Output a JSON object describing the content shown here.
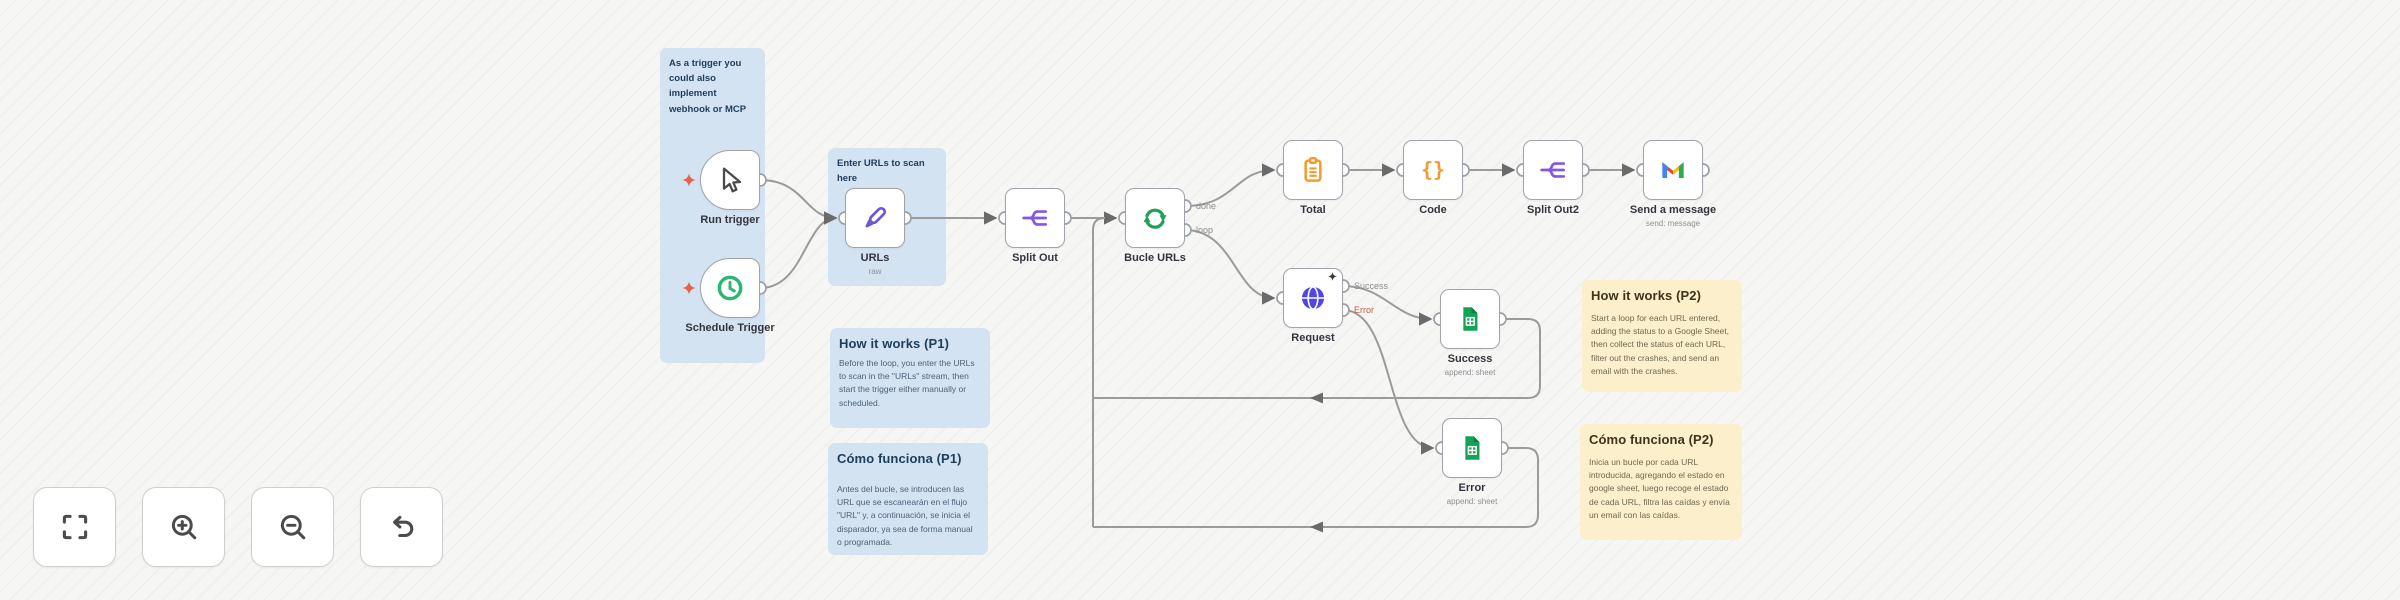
{
  "colors": {
    "canvas_bg": "#f6f6f4",
    "sticky_blue_bg": "#d3e3f1",
    "sticky_blue_text": "#1e3d5a",
    "sticky_yellow_bg": "#fbf0cb",
    "sticky_yellow_text": "#3d3419",
    "node_border": "#a0a3a9",
    "wire_gray": "#9b9b9b",
    "trigger_marker_red": "#e8604c",
    "set_node_purple": "#6a57d8",
    "split_out_purple": "#8257e6",
    "loop_green": "#1fa05a",
    "clock_green": "#2bb673",
    "orange": "#f59b2d",
    "http_indigo": "#4f46e5",
    "sheets_green": "#13a456"
  },
  "sticky_notes": {
    "trigger_note": {
      "text": "As a trigger you could also implement webhook or MCP"
    },
    "urls_note": {
      "text": "Enter URLs to scan here"
    },
    "how_p1": {
      "title": "How it works (P1)",
      "body": "Before the loop, you enter the URLs to scan in the \"URLs\" stream, then start the trigger either manually or scheduled."
    },
    "como_p1": {
      "title": "Cómo funciona (P1)",
      "body": "Antes del bucle, se introducen las URL que se escanearán en el flujo \"URL\" y, a continuación, se inicia el disparador, ya sea de forma manual o programada."
    },
    "how_p2": {
      "title": "How it works (P2)",
      "body": "Start a loop for each URL entered, adding the status to a Google Sheet, then collect the status of each URL, filter out the crashes, and send an email with the crashes."
    },
    "como_p2": {
      "title": "Cómo funciona (P2)",
      "body": "Inicia un bucle por cada URL introducida, agregando el estado en google sheet, luego recoge el estado de cada URL, filtra las caídas y envía un email con las caídas."
    }
  },
  "nodes": {
    "run_trigger": {
      "label": "Run trigger"
    },
    "schedule_trigger": {
      "label": "Schedule Trigger"
    },
    "urls": {
      "label": "URLs",
      "subtitle": "raw"
    },
    "split_out": {
      "label": "Split Out"
    },
    "bucle_urls": {
      "label": "Bucle URLs"
    },
    "total": {
      "label": "Total"
    },
    "code": {
      "label": "Code"
    },
    "split_out2": {
      "label": "Split Out2"
    },
    "send_message": {
      "label": "Send a message",
      "subtitle": "send: message"
    },
    "request": {
      "label": "Request"
    },
    "success": {
      "label": "Success",
      "subtitle": "append: sheet"
    },
    "error": {
      "label": "Error",
      "subtitle": "append: sheet"
    }
  },
  "port_labels": {
    "done": "done",
    "loop": "loop",
    "success": "Success",
    "error": "Error"
  },
  "controls": {
    "icons": [
      "fit-view-icon",
      "zoom-in-icon",
      "zoom-out-icon",
      "undo-icon"
    ]
  }
}
